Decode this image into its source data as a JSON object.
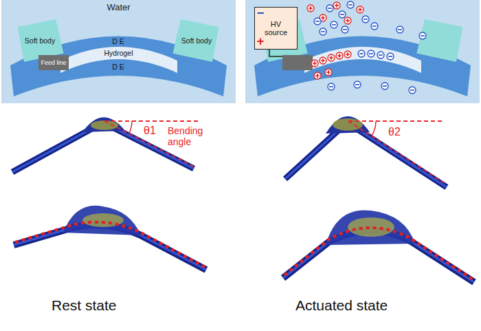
{
  "diagram": {
    "nodes": [
      {
        "text": [
          "Water"
        ]
      },
      {
        "text": [
          "Soft body"
        ],
        "in": 0
      },
      {
        "text": [
          "Soft body"
        ],
        "in": 0
      },
      {
        "text": [
          "Feed line"
        ],
        "in": 0
      },
      {
        "text": [
          "Hydrogel"
        ],
        "in": 0
      },
      {
        "text": [
          "HV source"
        ]
      }
    ],
    "labels": [
      "D E",
      "D E",
      "−",
      "+",
      "θ1",
      "Bending angle",
      "θ2",
      "Rest state",
      "Actuated state"
    ]
  }
}
